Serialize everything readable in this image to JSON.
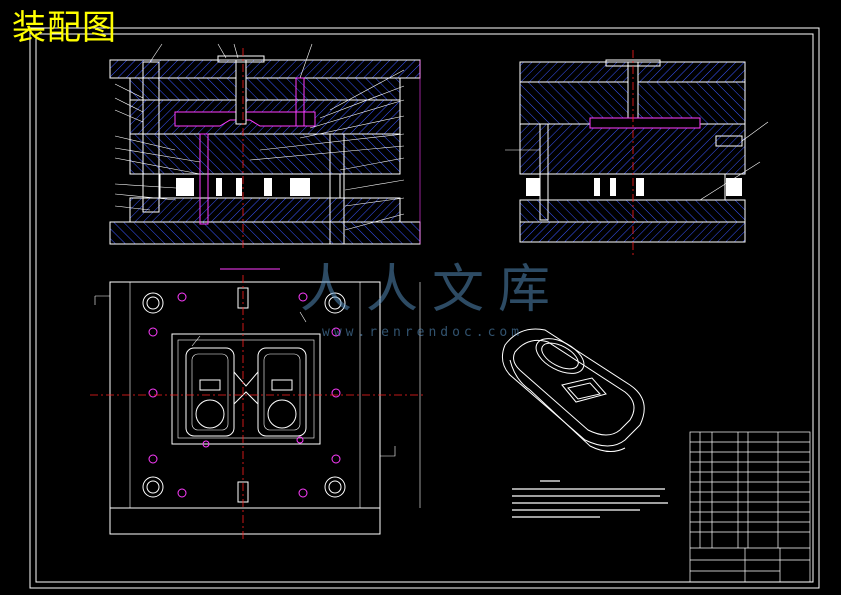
{
  "title": "装配图",
  "watermark": {
    "text": "人人文库",
    "url": "www.renrendoc.com"
  },
  "colors": {
    "background": "#000000",
    "title": "#ffff00",
    "line": "#ffffff",
    "hatch": "#3a56ff",
    "accent": "#ff3cff",
    "center": "#ff2020",
    "watermark": "#5a96c8"
  }
}
